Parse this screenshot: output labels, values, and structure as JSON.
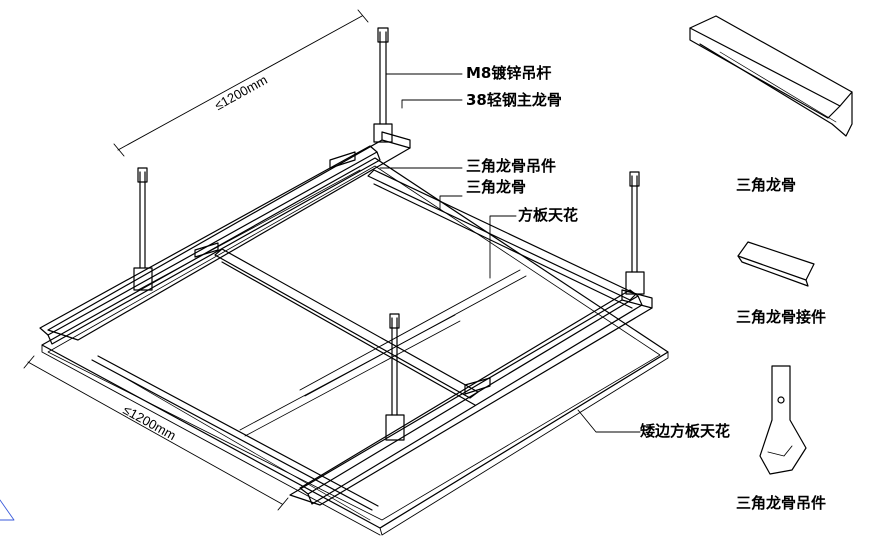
{
  "labels": {
    "rod": "M8镀锌吊杆",
    "main_keel": "38轻钢主龙骨",
    "tri_hanger": "三角龙骨吊件",
    "tri_keel": "三角龙骨",
    "square_panel": "方板天花",
    "edge_panel": "矮边方板天花"
  },
  "dimensions": {
    "top": "≤1200mm",
    "bottom": "≤1200mm"
  },
  "legend": {
    "keel": "三角龙骨",
    "connector": "三角龙骨接件",
    "hanger": "三角龙骨吊件"
  },
  "colors": {
    "line": "#000000",
    "background": "#ffffff",
    "corner_mark": "#3b5bdb"
  }
}
